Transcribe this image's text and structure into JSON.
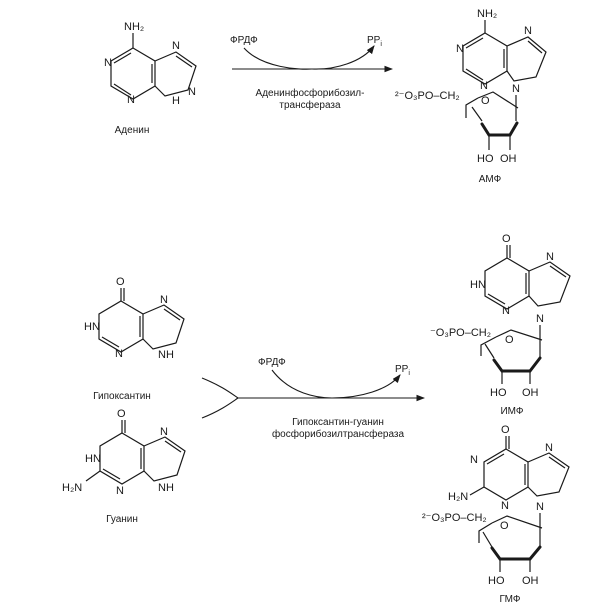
{
  "reaction1": {
    "substrate": "Аденин",
    "cosubstrate": "ФРДФ",
    "byproduct": "PP",
    "byproduct_sub": "i",
    "enzyme_line1": "Аденинфосфорибозил-",
    "enzyme_line2": "трансфераза",
    "product": "АМФ"
  },
  "reaction2": {
    "substrate1": "Гипоксантин",
    "substrate2": "Гуанин",
    "cosubstrate": "ФРДФ",
    "byproduct": "PP",
    "byproduct_sub": "i",
    "enzyme_line1": "Гипоксантин-гуанин",
    "enzyme_line2": "фосфорибозилтрансфераза",
    "product1": "ИМФ",
    "product2": "ГМФ"
  },
  "atoms": {
    "N": "N",
    "NH": "NH",
    "HN": "HN",
    "H": "H",
    "O": "O",
    "NH2": "NH₂",
    "H2N": "H₂N",
    "OH": "OH",
    "HO": "HO",
    "phosphate_amp": "²⁻O₃PO–CH₂",
    "phosphate_imp": "⁻O₃PO–CH₂",
    "phosphate_gmp": "²⁻O₃PO–CH₂"
  }
}
